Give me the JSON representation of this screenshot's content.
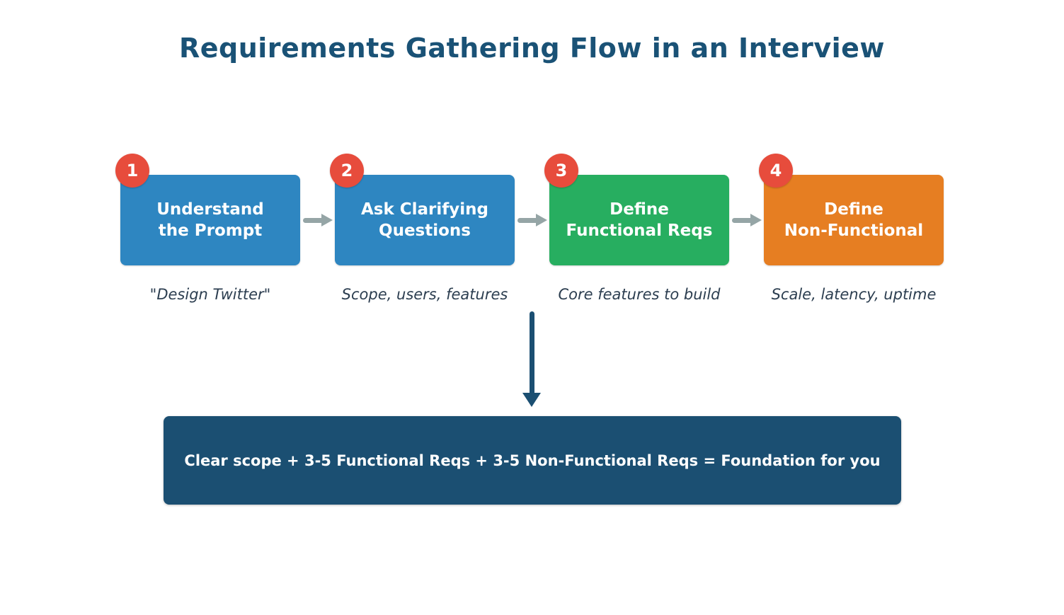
{
  "title": {
    "text": "Requirements Gathering Flow in an Interview",
    "color": "#1A5276"
  },
  "steps": [
    {
      "number": "1",
      "lines": [
        "Understand",
        "the Prompt"
      ],
      "caption": "\"Design Twitter\"",
      "color": "#2E86C1"
    },
    {
      "number": "2",
      "lines": [
        "Ask Clarifying",
        "Questions"
      ],
      "caption": "Scope, users, features",
      "color": "#2E86C1"
    },
    {
      "number": "3",
      "lines": [
        "Define",
        "Functional Reqs"
      ],
      "caption": "Core features to build",
      "color": "#27AE60"
    },
    {
      "number": "4",
      "lines": [
        "Define",
        "Non-Functional"
      ],
      "caption": "Scale, latency, uptime",
      "color": "#E67E22"
    }
  ],
  "badge_color": "#E74C3C",
  "connector_color": "#95A5A6",
  "down_arrow_color": "#1B4F72",
  "summary": {
    "text": "Clear scope + 3-5 Functional Reqs + 3-5 Non-Functional Reqs = Foundation for you",
    "bg_color": "#1B4F72"
  }
}
